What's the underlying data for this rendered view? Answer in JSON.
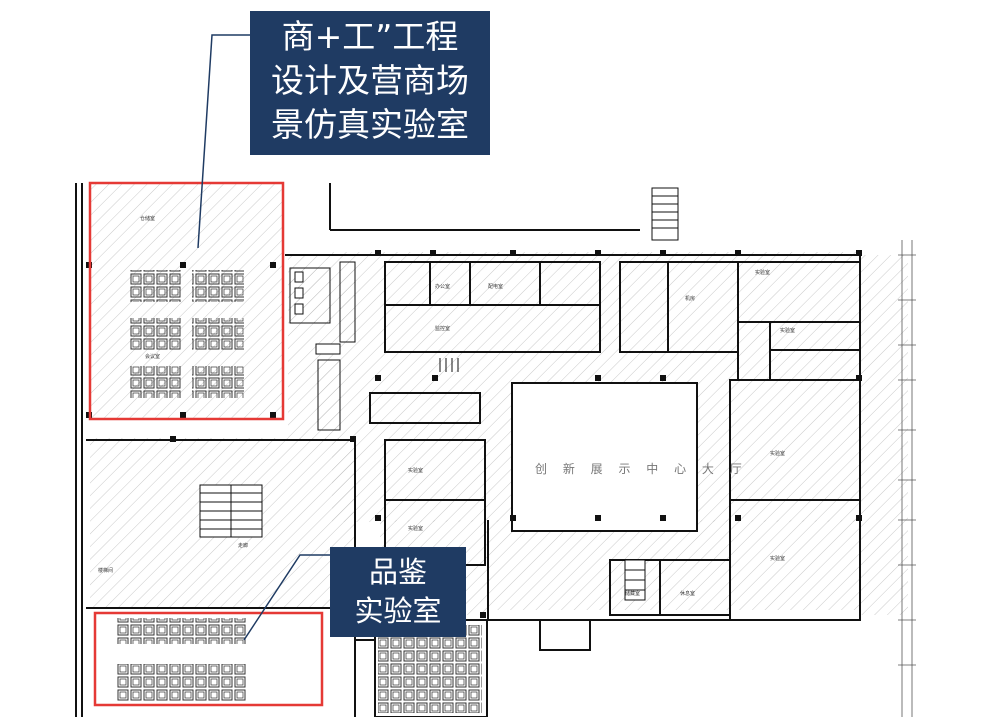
{
  "callouts": {
    "top": [
      "商+工”工程",
      "设计及营商场",
      "景仿真实验室"
    ],
    "bottom": [
      "品鉴",
      "实验室"
    ]
  },
  "colors": {
    "callout_bg": "#1f3b63",
    "highlight": "#e53935",
    "wall": "#111111",
    "hatch": "#bdbdbd"
  },
  "plan_labels": {
    "rooms": [
      "仓储室",
      "会议室",
      "办公室",
      "配电室",
      "监控室",
      "机房",
      "实验室",
      "实验室",
      "实验室",
      "实验室",
      "实验室",
      "实验室",
      "休息室",
      "储藏室",
      "走廊",
      "楼梯间"
    ],
    "hall": "创 新 展 示 中 心 大 厅"
  }
}
